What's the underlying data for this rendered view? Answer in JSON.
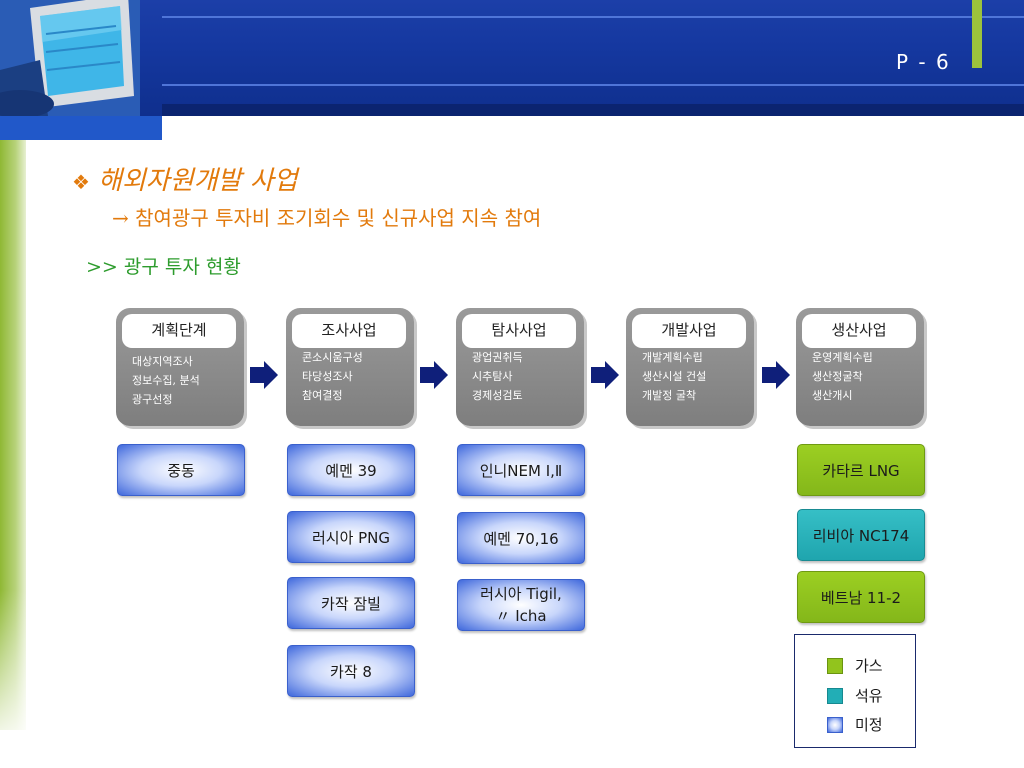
{
  "header": {
    "page_number": "P - 6"
  },
  "title": {
    "bullet": "❖",
    "text": "해외자원개발 사업"
  },
  "subtitle": "→ 참여광구 투자비 조기회수 및 신규사업 지속 참여",
  "section_title": ">>  광구 투자 현황",
  "stages": [
    {
      "label": "계획단계",
      "lines": [
        "대상지역조사",
        "정보수집, 분석",
        "광구선정"
      ]
    },
    {
      "label": "조사사업",
      "lines": [
        "콘소시움구성",
        "타당성조사",
        "참여결정"
      ]
    },
    {
      "label": "탐사사업",
      "lines": [
        "광업권취득",
        "시추탐사",
        "경제성검토"
      ]
    },
    {
      "label": "개발사업",
      "lines": [
        "개발계획수립",
        "생산시설 건설",
        "개발정 굴착"
      ]
    },
    {
      "label": "생산사업",
      "lines": [
        "운영계획수립",
        "생산정굴착",
        "생산개시"
      ]
    }
  ],
  "projects": {
    "planning": [
      {
        "name": "중동",
        "type": "undecided"
      }
    ],
    "survey": [
      {
        "name": "예멘 39",
        "type": "undecided"
      },
      {
        "name": "러시아 PNG",
        "type": "undecided"
      },
      {
        "name": "카작 잠빌",
        "type": "undecided"
      },
      {
        "name": "카작 8",
        "type": "undecided"
      }
    ],
    "exploration": [
      {
        "name": "인니NEM Ⅰ,Ⅱ",
        "type": "undecided"
      },
      {
        "name": "예멘  70,16",
        "type": "undecided"
      },
      {
        "line1": "러시아 Tigil,",
        "line2": "〃   Icha",
        "type": "undecided"
      }
    ],
    "production": [
      {
        "name": "카타르 LNG",
        "type": "gas"
      },
      {
        "name": "리비아 NC174",
        "type": "oil"
      },
      {
        "name": "베트남 11-2",
        "type": "gas"
      }
    ]
  },
  "legend": [
    {
      "label": "가스",
      "type": "gas"
    },
    {
      "label": "석유",
      "type": "oil"
    },
    {
      "label": "미정",
      "type": "undecided"
    }
  ],
  "colors": {
    "header_blue": "#1538a0",
    "accent_green": "#9cc33c",
    "title_orange": "#e27a0c",
    "section_green": "#2d9c2d",
    "gas": "#92c41d",
    "oil": "#22aeb6",
    "undecided": "#3f68dc",
    "arrow_navy": "#0f1f7a"
  }
}
